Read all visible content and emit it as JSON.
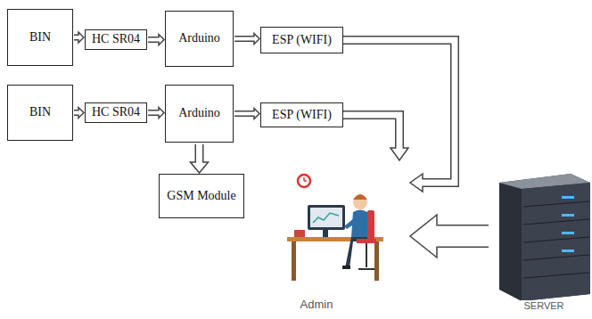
{
  "diagram": {
    "nodes": [
      {
        "text": [
          "BIN"
        ]
      },
      {
        "text": [
          "HC SR04"
        ]
      },
      {
        "text": [
          "Arduino"
        ]
      },
      {
        "text": [
          "ESP (WIFI)"
        ]
      },
      {
        "text": [
          "BIN"
        ]
      },
      {
        "text": [
          "HC SR04"
        ]
      },
      {
        "text": [
          "Arduino"
        ]
      },
      {
        "text": [
          "ESP (WIFI)"
        ]
      },
      {
        "text": [
          "GSM Module"
        ]
      },
      {
        "text": [
          "Admin"
        ]
      },
      {
        "text": [
          "SERVER"
        ]
      }
    ],
    "edges": [
      {
        "from": 0,
        "to": 1,
        "arrow": "to"
      },
      {
        "from": 1,
        "to": 2,
        "arrow": "to"
      },
      {
        "from": 2,
        "to": 3,
        "arrow": "to"
      },
      {
        "from": 4,
        "to": 5,
        "arrow": "to"
      },
      {
        "from": 5,
        "to": 6,
        "arrow": "to"
      },
      {
        "from": 6,
        "to": 7,
        "arrow": "to"
      },
      {
        "from": 6,
        "to": 8,
        "arrow": "to"
      },
      {
        "from": 3,
        "to": 9,
        "arrow": "to"
      },
      {
        "from": 7,
        "to": 9,
        "arrow": "to"
      },
      {
        "from": 10,
        "to": 9,
        "arrow": "to"
      }
    ]
  }
}
